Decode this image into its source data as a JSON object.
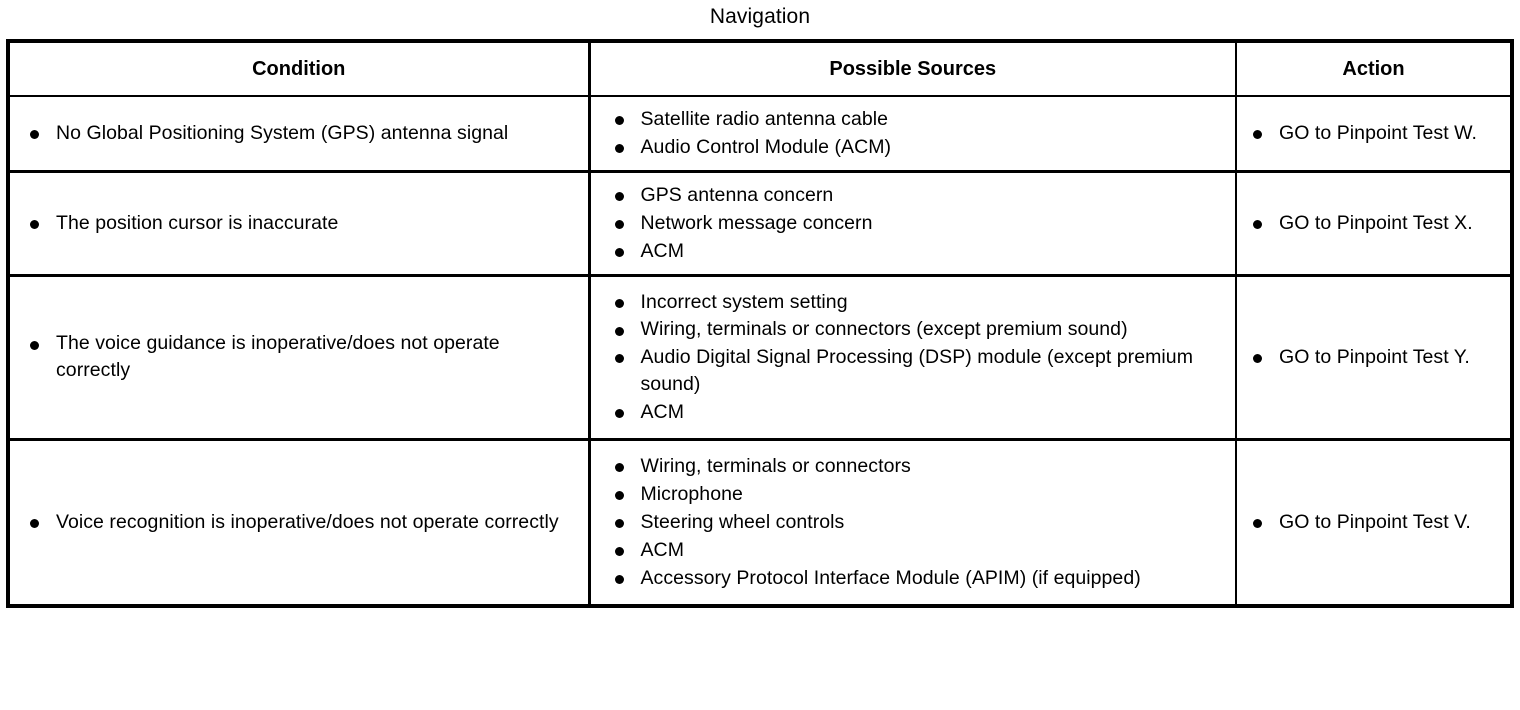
{
  "document": {
    "title": "Navigation"
  },
  "table": {
    "headers": {
      "condition": "Condition",
      "possible_sources": "Possible Sources",
      "action": "Action"
    },
    "rows": [
      {
        "condition": [
          "No Global Positioning System (GPS) antenna signal"
        ],
        "possible_sources": [
          "Satellite radio antenna cable",
          "Audio Control Module (ACM)"
        ],
        "action": [
          "GO to Pinpoint Test W."
        ]
      },
      {
        "condition": [
          "The position cursor is inaccurate"
        ],
        "possible_sources": [
          "GPS antenna concern",
          "Network message concern",
          "ACM"
        ],
        "action": [
          "GO to Pinpoint Test X."
        ]
      },
      {
        "condition": [
          "The voice guidance is inoperative/does not operate correctly"
        ],
        "possible_sources": [
          "Incorrect system setting",
          "Wiring, terminals or connectors (except premium sound)",
          "Audio Digital Signal Processing (DSP) module (except premium sound)",
          "ACM"
        ],
        "action": [
          "GO to Pinpoint Test Y."
        ]
      },
      {
        "condition": [
          "Voice recognition is inoperative/does not operate correctly"
        ],
        "possible_sources": [
          "Wiring, terminals or connectors",
          "Microphone",
          "Steering wheel controls",
          "ACM",
          "Accessory Protocol Interface Module (APIM) (if equipped)"
        ],
        "action": [
          "GO to Pinpoint Test V."
        ]
      }
    ]
  },
  "colors": {
    "text": "#000000",
    "background": "#ffffff",
    "rule": "#000000"
  }
}
